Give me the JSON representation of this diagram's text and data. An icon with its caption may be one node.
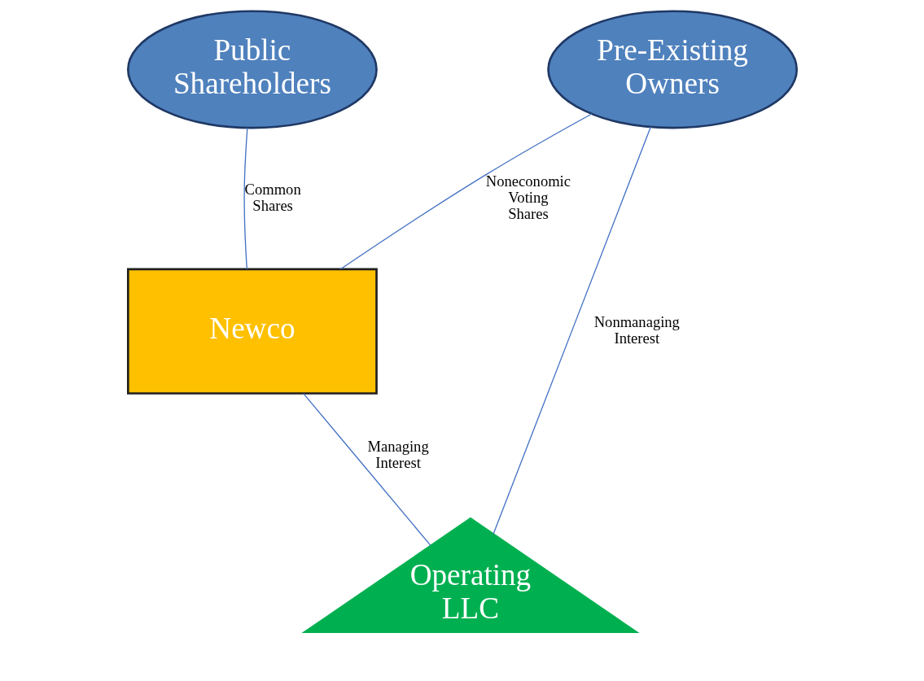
{
  "diagram": {
    "nodes": [
      {
        "text": [
          "Public Shareholders"
        ]
      },
      {
        "text": [
          "Pre-Existing Owners"
        ]
      },
      {
        "text": [
          "Newco"
        ]
      },
      {
        "text": [
          "Operating LLC"
        ]
      }
    ],
    "edges": [
      {
        "from": 0,
        "to": 2,
        "arrow": "none",
        "label": "Common Shares"
      },
      {
        "from": 1,
        "to": 2,
        "arrow": "none",
        "label": "Noneconomic Voting Shares"
      },
      {
        "from": 2,
        "to": 3,
        "arrow": "none",
        "label": "Managing Interest"
      },
      {
        "from": 1,
        "to": 3,
        "arrow": "none",
        "label": "Nonmanaging Interest"
      }
    ]
  }
}
